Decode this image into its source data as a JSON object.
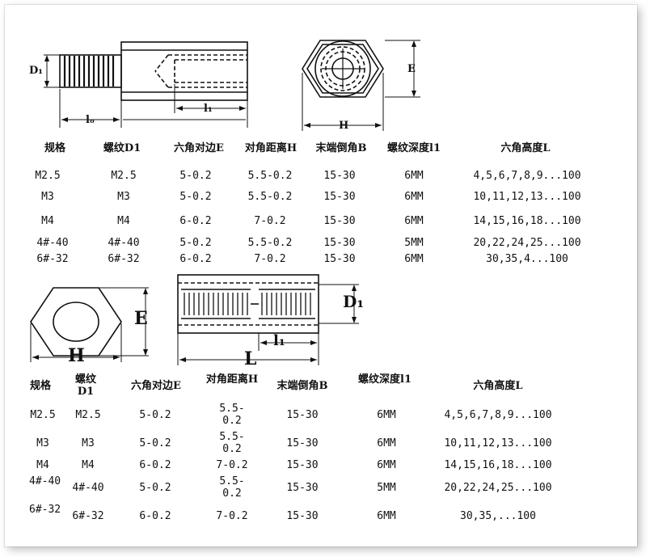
{
  "drawing1": {
    "label_d1": "D₁",
    "label_lo": "lₒ",
    "label_l1": "l₁",
    "label_e": "E",
    "label_h": "H"
  },
  "table1": {
    "headers": [
      "规格",
      "螺纹D1",
      "六角对边E",
      "对角距离H",
      "末端倒角B",
      "螺纹深度l1",
      "六角高度L"
    ],
    "rows": [
      [
        "M2.5",
        "M2.5",
        "5-0.2",
        "5.5-0.2",
        "15-30",
        "6MM",
        "4,5,6,7,8,9...100"
      ],
      [
        "M3",
        "M3",
        "5-0.2",
        "5.5-0.2",
        "15-30",
        "6MM",
        "10,11,12,13...100"
      ],
      [
        "M4",
        "M4",
        "6-0.2",
        "7-0.2",
        "15-30",
        "6MM",
        "14,15,16,18...100"
      ],
      [
        "4#-40",
        "4#-40",
        "5-0.2",
        "5.5-0.2",
        "15-30",
        "5MM",
        "20,22,24,25...100"
      ],
      [
        "6#-32",
        "6#-32",
        "6-0.2",
        "7-0.2",
        "15-30",
        "6MM",
        "30,35,4...100"
      ]
    ]
  },
  "drawing2": {
    "label_e": "E",
    "label_h": "H",
    "label_d1": "D₁",
    "label_l1": "l₁",
    "label_l": "L"
  },
  "table2": {
    "headers": [
      "规格",
      "螺纹D1",
      "六角对边E",
      "对角距离H",
      "末端倒角B",
      "螺纹深度l1",
      "六角高度L"
    ],
    "rows": [
      [
        "M2.5",
        "M2.5",
        "5-0.2",
        "5.5-0.2",
        "15-30",
        "6MM",
        "4,5,6,7,8,9...100"
      ],
      [
        "M3",
        "M3",
        "5-0.2",
        "5.5-0.2",
        "15-30",
        "6MM",
        "10,11,12,13...100"
      ],
      [
        "M4",
        "M4",
        "6-0.2",
        "7-0.2",
        "15-30",
        "6MM",
        "14,15,16,18...100"
      ],
      [
        "4#-40",
        "4#-40",
        "5-0.2",
        "5.5-0.2",
        "15-30",
        "5MM",
        "20,22,24,25...100"
      ],
      [
        "6#-32",
        "6#-32",
        "6-0.2",
        "7-0.2",
        "15-30",
        "6MM",
        "30,35,...100"
      ]
    ]
  }
}
